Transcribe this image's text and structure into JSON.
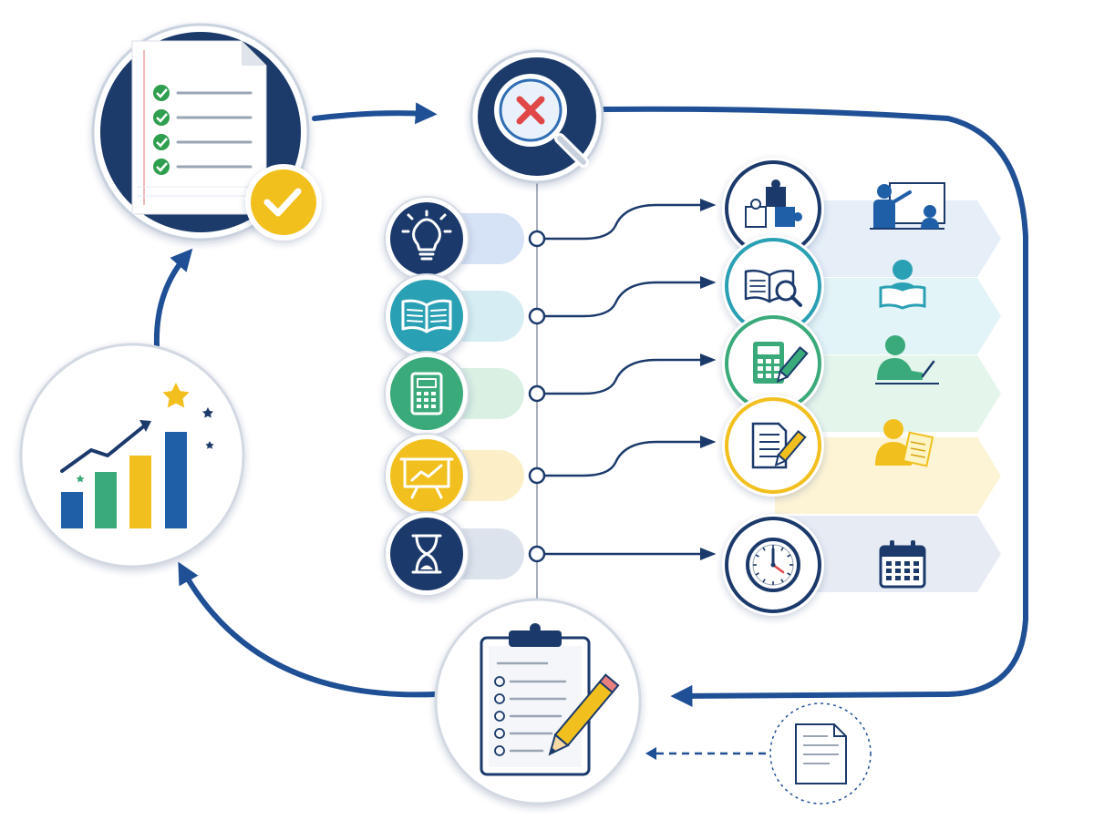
{
  "colors": {
    "navy": "#1b3a6b",
    "blue": "#1f5fa8",
    "teal": "#2aa0b4",
    "green": "#3aaa7a",
    "yellow": "#f2c01e",
    "gray_line": "#a8b0bc",
    "check_green": "#2e9e4f",
    "error_red": "#e04848"
  },
  "nodes": {
    "top_left": {
      "name": "completed-document-checklist",
      "icon": "document-with-checkmarks-icon",
      "badge": "checkmark-badge-icon"
    },
    "top_center": {
      "name": "diagnosis-magnifier",
      "icon": "magnifier-with-x-icon"
    },
    "left": {
      "name": "progress-chart",
      "icon": "bar-chart-growth-icon"
    },
    "bottom_center": {
      "name": "assessment-clipboard",
      "icon": "clipboard-checklist-pencil-icon"
    },
    "bottom_right": {
      "name": "extra-document",
      "icon": "document-icon"
    }
  },
  "rows": [
    {
      "key": "idea",
      "left_icon": "lightbulb-icon",
      "mid_icon": "puzzle-icon",
      "right_icon": "teacher-at-board-icon",
      "color": "#1b3a6b",
      "band": "#e6eef8",
      "pill": "#d6e2f5"
    },
    {
      "key": "reading",
      "left_icon": "open-book-icon",
      "mid_icon": "book-magnifier-icon",
      "right_icon": "student-reading-icon",
      "color": "#2aa0b4",
      "band": "#e2f4f7",
      "pill": "#d6eef3"
    },
    {
      "key": "calculation",
      "left_icon": "calculator-icon",
      "mid_icon": "calculator-pencil-icon",
      "right_icon": "student-writing-icon",
      "color": "#3aaa7a",
      "band": "#e4f5ec",
      "pill": "#d9f0e3"
    },
    {
      "key": "presentation",
      "left_icon": "presentation-board-icon",
      "mid_icon": "document-pencil-icon",
      "right_icon": "student-paper-icon",
      "color": "#f2c01e",
      "band": "#fdf4d6",
      "pill": "#fcefc8"
    },
    {
      "key": "time",
      "left_icon": "hourglass-icon",
      "mid_icon": "clock-icon",
      "right_icon": "calendar-icon",
      "color": "#1b3a6b",
      "band": "#e7ecf4",
      "pill": "#dde3ec"
    }
  ]
}
